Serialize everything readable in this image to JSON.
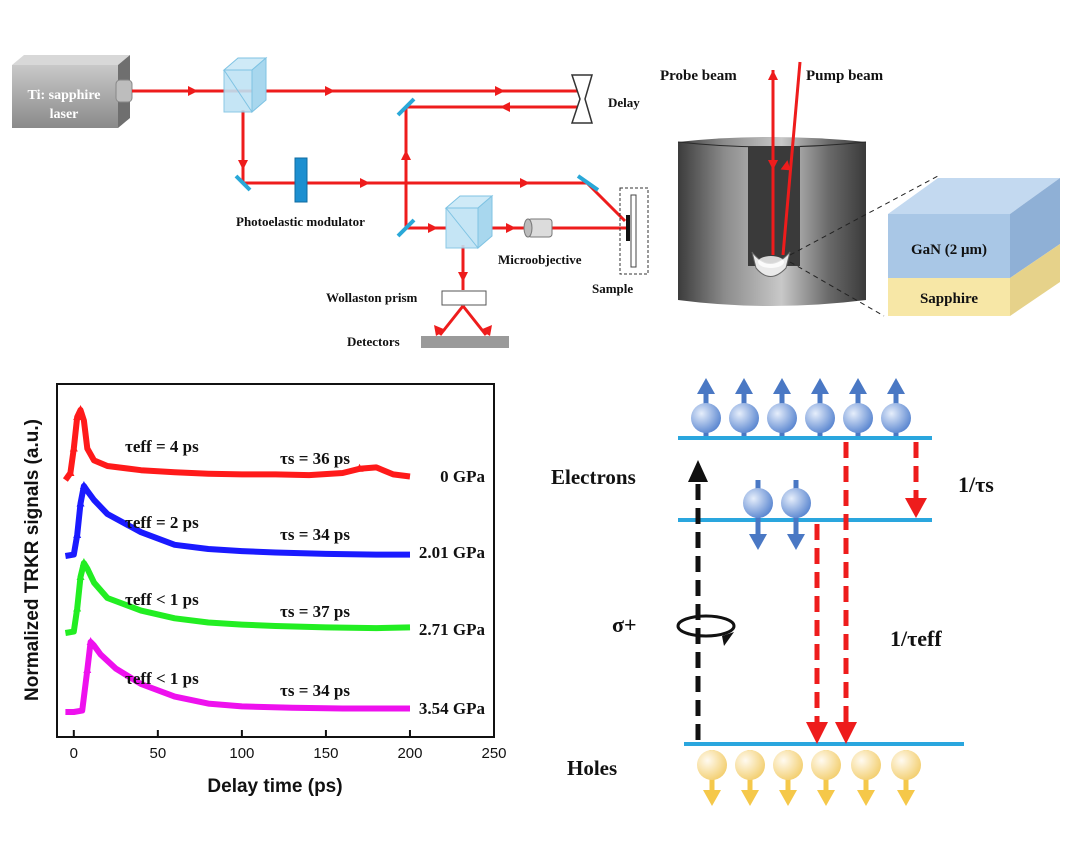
{
  "setup": {
    "laser_line1": "Ti: sapphire",
    "laser_line2": "laser",
    "delay": "Delay",
    "pem": "Photoelastic modulator",
    "microobjective": "Microobjective",
    "sample": "Sample",
    "wollaston": "Wollaston prism",
    "detectors": "Detectors",
    "probe_beam": "Probe beam",
    "pump_beam": "Pump beam",
    "gan": "GaN (2 μm)",
    "sapphire": "Sapphire"
  },
  "colors": {
    "beam": "#ee1c1c",
    "mirror": "#29a8d8",
    "level": "#2aa6de",
    "electron": "#4a78c4",
    "hole": "#f5c84a",
    "gan_top": "#a9c7e6",
    "sapphire_layer": "#f7e7a6"
  },
  "chart_data": {
    "type": "line",
    "xlabel": "Delay time (ps)",
    "ylabel": "Normalized TRKR signals (a.u.)",
    "xlim": [
      -10,
      250
    ],
    "xticks": [
      0,
      50,
      100,
      150,
      200,
      250
    ],
    "series": [
      {
        "pressure": "0 GPa",
        "color": "#ff1a1a",
        "tau_eff": "τeff = 4 ps",
        "tau_s": "τs = 36 ps",
        "x": [
          -5,
          -2,
          0,
          2,
          4,
          6,
          8,
          12,
          20,
          40,
          60,
          80,
          100,
          120,
          140,
          160,
          170,
          180,
          190,
          200
        ],
        "y": [
          0.0,
          0.1,
          0.45,
          0.9,
          1.0,
          0.85,
          0.45,
          0.28,
          0.2,
          0.14,
          0.11,
          0.09,
          0.08,
          0.08,
          0.07,
          0.1,
          0.16,
          0.18,
          0.08,
          0.05
        ]
      },
      {
        "pressure": "2.01 GPa",
        "color": "#1a1aff",
        "tau_eff": "τeff = 2 ps",
        "tau_s": "τs = 34 ps",
        "x": [
          -5,
          0,
          2,
          4,
          6,
          8,
          12,
          20,
          40,
          60,
          80,
          100,
          120,
          150,
          180,
          200
        ],
        "y": [
          0.0,
          0.02,
          0.3,
          0.75,
          1.0,
          0.93,
          0.8,
          0.6,
          0.34,
          0.16,
          0.1,
          0.07,
          0.05,
          0.03,
          0.02,
          0.02
        ]
      },
      {
        "pressure": "2.71 GPa",
        "color": "#22ee22",
        "tau_eff": "τeff < 1 ps",
        "tau_s": "τs = 37 ps",
        "x": [
          -5,
          0,
          2,
          4,
          6,
          8,
          12,
          20,
          40,
          60,
          80,
          100,
          120,
          150,
          180,
          200
        ],
        "y": [
          0.0,
          0.02,
          0.35,
          0.8,
          1.0,
          0.92,
          0.72,
          0.5,
          0.32,
          0.21,
          0.15,
          0.12,
          0.1,
          0.08,
          0.07,
          0.08
        ]
      },
      {
        "pressure": "3.54 GPa",
        "color": "#ee11ee",
        "tau_eff": "τeff < 1 ps",
        "tau_s": "τs = 34 ps",
        "x": [
          -5,
          0,
          5,
          8,
          10,
          12,
          16,
          25,
          40,
          60,
          80,
          100,
          130,
          160,
          200
        ],
        "y": [
          0.0,
          0.0,
          0.02,
          0.6,
          1.0,
          0.95,
          0.82,
          0.62,
          0.4,
          0.22,
          0.12,
          0.08,
          0.06,
          0.05,
          0.05
        ]
      }
    ]
  },
  "levels": {
    "electrons": "Electrons",
    "holes": "Holes",
    "sigma": "σ+",
    "tau_s": "1/τs",
    "tau_eff": "1/τeff"
  }
}
